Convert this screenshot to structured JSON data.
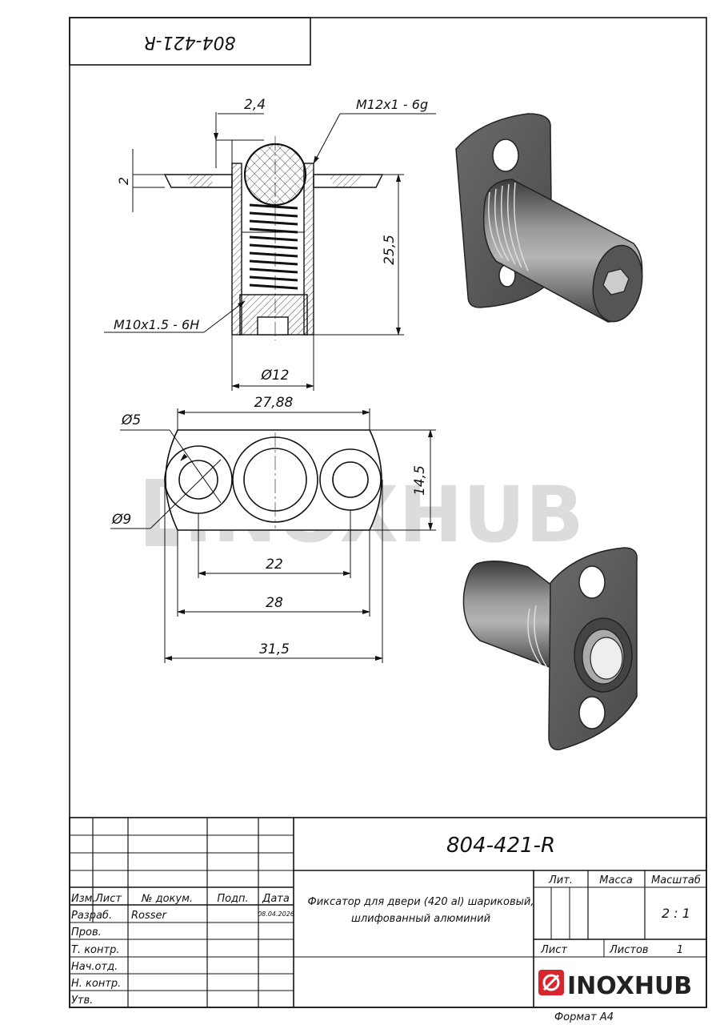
{
  "stamp_top": "804-421-R",
  "watermark": "INOXHUB",
  "dims": {
    "d_24": "2,4",
    "thread_top": "M12x1 - 6g",
    "d_2": "2",
    "d_255": "25,5",
    "thread_bottom": "M10x1.5 - 6H",
    "d_12": "Ø12",
    "d_2788": "27,88",
    "d_5": "Ø5",
    "d_145": "14,5",
    "d_9": "Ø9",
    "d_22": "22",
    "d_28": "28",
    "d_315": "31,5"
  },
  "title_block": {
    "code": "804-421-R",
    "desc_line1": "Фиксатор для двери (420 al) шариковый,",
    "desc_line2": "шлифованный алюминий",
    "hdr_izm": "Изм.",
    "hdr_list": "Лист",
    "hdr_doc": "№ докум.",
    "hdr_sign": "Подп.",
    "hdr_date": "Дата",
    "row_razrab": "Разраб.",
    "author": "Rosser",
    "date": "08.04.2026",
    "row_prov": "Пров.",
    "row_tkontr": "Т. контр.",
    "row_nachotd": "Нач.отд.",
    "row_nkontr": "Н. контр.",
    "row_utv": "Утв.",
    "lit": "Лит.",
    "massa": "Масса",
    "masshtab": "Масштаб",
    "scale": "2 : 1",
    "sheet": "Лист",
    "sheets": "Листов",
    "sheets_count": "1",
    "logo": "INOXHUB",
    "format": "Формат А4"
  }
}
